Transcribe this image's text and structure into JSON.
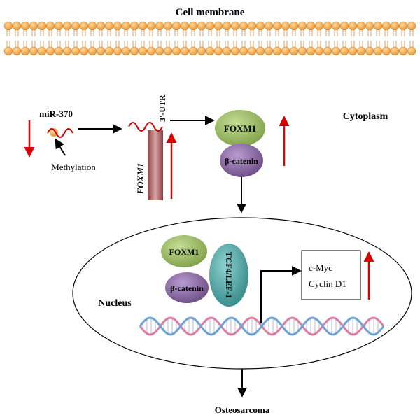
{
  "title": "Cell membrane",
  "labels": {
    "mirna": "miR-370",
    "methylation": "Methylation",
    "utr": "3'-UTR",
    "gene": "FOXM1",
    "cytoplasm": "Cytoplasm",
    "nucleus": "Nucleus",
    "tcf": "TCF4/LEF-1",
    "outcome": "Osteosarcoma"
  },
  "proteins": {
    "foxm1": "FOXM1",
    "beta_catenin": "β-catenin"
  },
  "targets": [
    "c-Myc",
    "Cyclin D1"
  ],
  "colors": {
    "membrane": "#f0a040",
    "membrane_edge": "#c97a1e",
    "foxm1": "#93b45a",
    "beta_catenin": "#7d5a9c",
    "tcf": "#3f9c9c",
    "gene_bar": "#a95c5c",
    "up_arrow": "#dd0000",
    "rna": "#cc0000"
  }
}
